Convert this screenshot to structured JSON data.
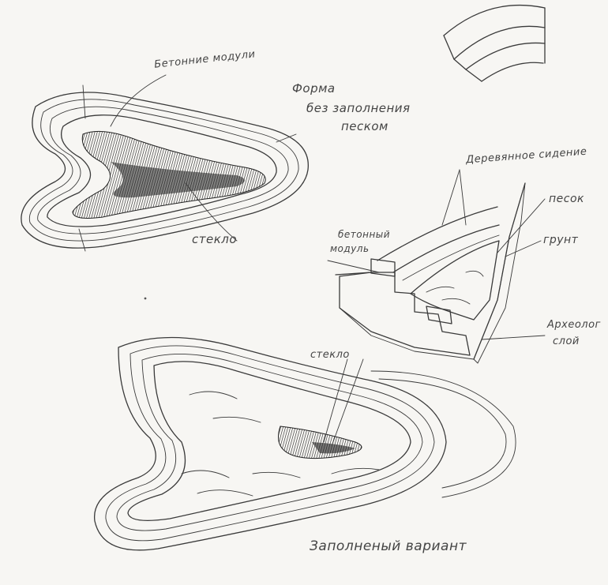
{
  "colors": {
    "paper": "#f7f6f3",
    "ink": "#3a3a3a",
    "glass_dark": "#1e1e1e"
  },
  "labels": {
    "concrete_modules": "Бетонние модули",
    "form_line1": "Форма",
    "form_line2": "без заполнения",
    "form_line3": "песком",
    "glass_top": "стекло",
    "wooden_seat": "Деревянное сидение",
    "sand": "песок",
    "concrete_module_line1": "бетонный",
    "concrete_module_line2": "модуль",
    "soil": "грунт",
    "arch_layer_line1": "Археолог",
    "arch_layer_line2": "слой",
    "glass_bottom": "стекло",
    "filled_variant": "Заполненый вариант"
  }
}
